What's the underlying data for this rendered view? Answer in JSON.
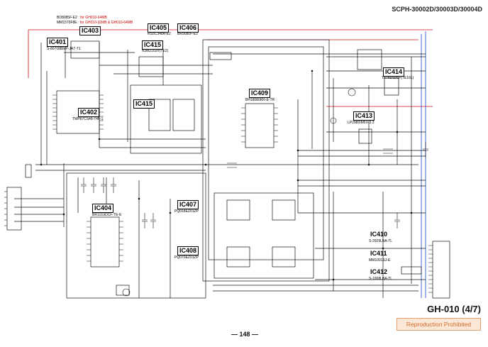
{
  "header": {
    "model": "SCPH-30002D/30003D/30004D"
  },
  "board": {
    "name": "GH-010 (4/7)"
  },
  "footer": {
    "page": "— 148 —",
    "notice": "Reproduction Prohibited"
  },
  "notes": [
    {
      "part": "BD8085F-E2",
      "text": ": for GH010-64MB"
    },
    {
      "part": "MM1570F8E",
      "text": ": for GH010-32MB & GH010-64MB"
    }
  ],
  "ics": [
    {
      "id": "IC401",
      "part": "S-80708BMP-JA7-T1"
    },
    {
      "id": "IC402",
      "part": "TMP87CS48-74F-1"
    },
    {
      "id": "IC403",
      "part": ""
    },
    {
      "id": "IC404",
      "part": "BR1019DCF-TE-E"
    },
    {
      "id": "IC405",
      "part": "RS5C348A-E2"
    },
    {
      "id": "IC406",
      "part": "BR9080F-E2"
    },
    {
      "id": "IC407",
      "part": "PQ018EZ01ZP"
    },
    {
      "id": "IC408",
      "part": "PQ070EZ01ZP"
    },
    {
      "id": "IC409",
      "part": "BH18080KR-E-TR"
    },
    {
      "id": "IC410",
      "part": "S-2929LBA-TL"
    },
    {
      "id": "IC411",
      "part": "MM1001SJ-E"
    },
    {
      "id": "IC412",
      "part": "S-1008LBA-TL"
    },
    {
      "id": "IC413",
      "part": "LP2980IM5X-3.3"
    },
    {
      "id": "IC414",
      "part": "TA78DS05F(TE16L)"
    },
    {
      "id": "IC415",
      "part": "NJM2102V(TE2)"
    }
  ],
  "colors": {
    "wire": "#111111",
    "rail_red": "#cc1111",
    "rail_blue": "#1144cc",
    "notice_text": "#d56a2a",
    "notice_bg": "#fbe7d6"
  }
}
